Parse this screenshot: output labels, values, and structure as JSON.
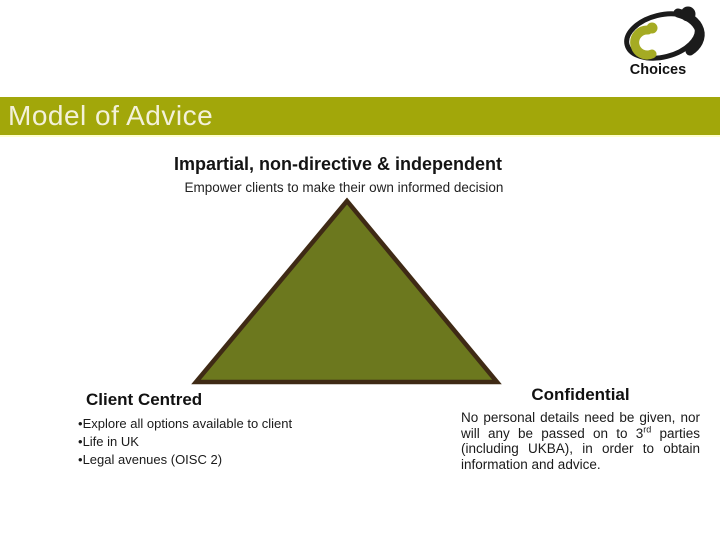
{
  "brand": {
    "name": "Choices",
    "logo_olive": "#a5ab23",
    "logo_black": "#1b1b1b"
  },
  "title_bar": {
    "title": "Model of Advice",
    "background": "#a2a70a",
    "underline_color": "#ffffcc",
    "text_color": "#f3f1d9"
  },
  "headings": {
    "main": "Impartial, non-directive & independent",
    "sub": "Empower clients to make their own informed decision"
  },
  "triangle": {
    "fill": "#6c781e",
    "stroke": "#3f2a15"
  },
  "client_centred": {
    "title": "Client Centred",
    "bullet_char": "•",
    "bullets": [
      "Explore all options available to client",
      "Life in UK",
      "Legal avenues (OISC 2)"
    ]
  },
  "confidential": {
    "title": "Confidential",
    "text_before_sup": "No personal details need be given, nor will any be passed on to 3",
    "sup": "rd",
    "text_after_sup": " parties (including UKBA), in order to obtain information and advice."
  }
}
